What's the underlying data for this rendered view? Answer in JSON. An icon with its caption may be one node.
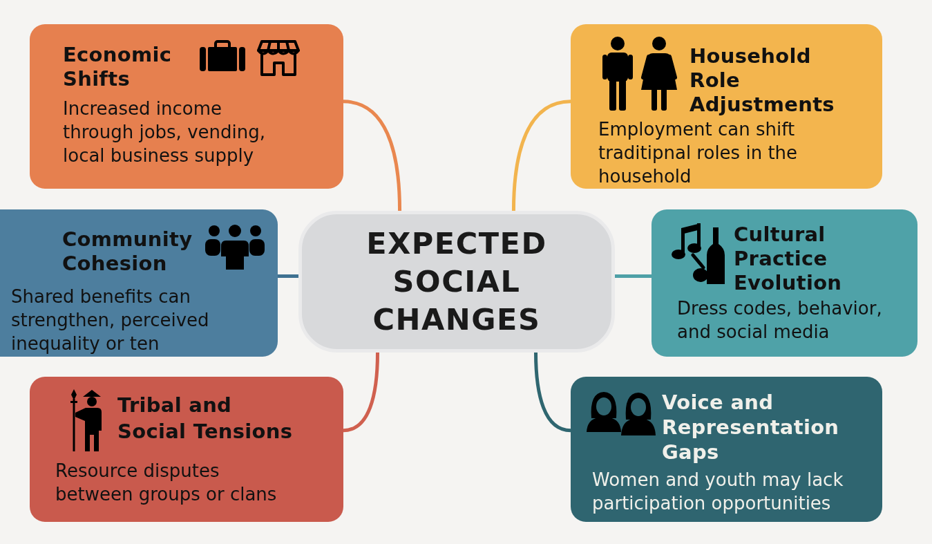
{
  "diagram": {
    "nodes": [
      {
        "text": [
          "EXPECTED SOCIAL CHANGES"
        ]
      },
      {
        "text": [
          "Economic Shifts",
          "Increased income through jobs, vending, local business supply"
        ]
      },
      {
        "text": [
          "Household Role Adjustments",
          "Employment can shift traditipnal roles in the household"
        ]
      },
      {
        "text": [
          "Community Cohesion",
          "Shared benefits can strengthen, perceived inequality or ten"
        ]
      },
      {
        "text": [
          "Cultural Practice Evolution",
          "Dress codes, behavior, and social media"
        ]
      },
      {
        "text": [
          "Tribal and Social Tensions",
          "Resource disputes between groups or clans"
        ]
      },
      {
        "text": [
          "Voice and Representation Gaps",
          "Women and youth may lack participation opportunities"
        ]
      }
    ],
    "edges": [
      {
        "from": 0,
        "to": 1,
        "arrow": "none",
        "color": "#e9874f"
      },
      {
        "from": 0,
        "to": 2,
        "arrow": "none",
        "color": "#f2b44e"
      },
      {
        "from": 0,
        "to": 3,
        "arrow": "none",
        "color": "#3f7191"
      },
      {
        "from": 0,
        "to": 4,
        "arrow": "none",
        "color": "#4ea0a7"
      },
      {
        "from": 0,
        "to": 5,
        "arrow": "none",
        "color": "#d0604f"
      },
      {
        "from": 0,
        "to": 6,
        "arrow": "none",
        "color": "#2f6670"
      }
    ]
  }
}
